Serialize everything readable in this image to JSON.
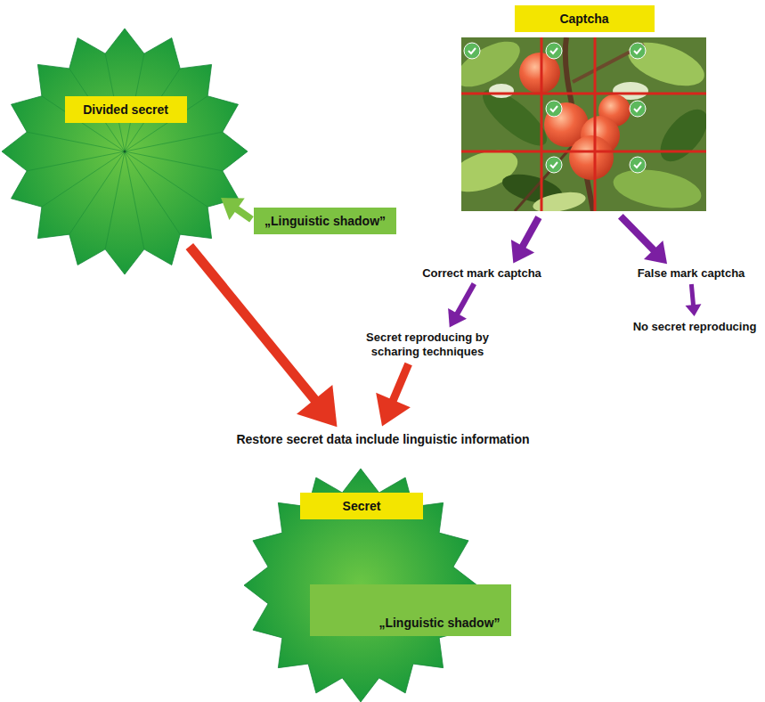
{
  "diagram": {
    "nodes": [
      {
        "text": [
          "Divided secret"
        ]
      },
      {
        "text": [
          "„Linguistic shadow”"
        ]
      },
      {
        "text": [
          "Captcha"
        ]
      },
      {
        "text": [
          "Correct mark captcha"
        ]
      },
      {
        "text": [
          "False mark captcha"
        ]
      },
      {
        "text": [
          "No secret reproducing"
        ]
      },
      {
        "text": [
          "Secret reproducing by scharing techniques"
        ]
      },
      {
        "text": [
          "Restore secret data include linguistic information"
        ]
      },
      {
        "text": [
          "Secret"
        ]
      },
      {
        "text": [
          "„Linguistic shadow”"
        ],
        "in": 8
      }
    ],
    "edges": [
      {
        "from": 1,
        "to": 0,
        "arrow": "to"
      },
      {
        "from": 2,
        "to": 3,
        "arrow": "to"
      },
      {
        "from": 2,
        "to": 4,
        "arrow": "to"
      },
      {
        "from": 4,
        "to": 5,
        "arrow": "to"
      },
      {
        "from": 3,
        "to": 6,
        "arrow": "to"
      },
      {
        "from": 0,
        "to": 7,
        "arrow": "to"
      },
      {
        "from": 6,
        "to": 7,
        "arrow": "to"
      }
    ]
  }
}
